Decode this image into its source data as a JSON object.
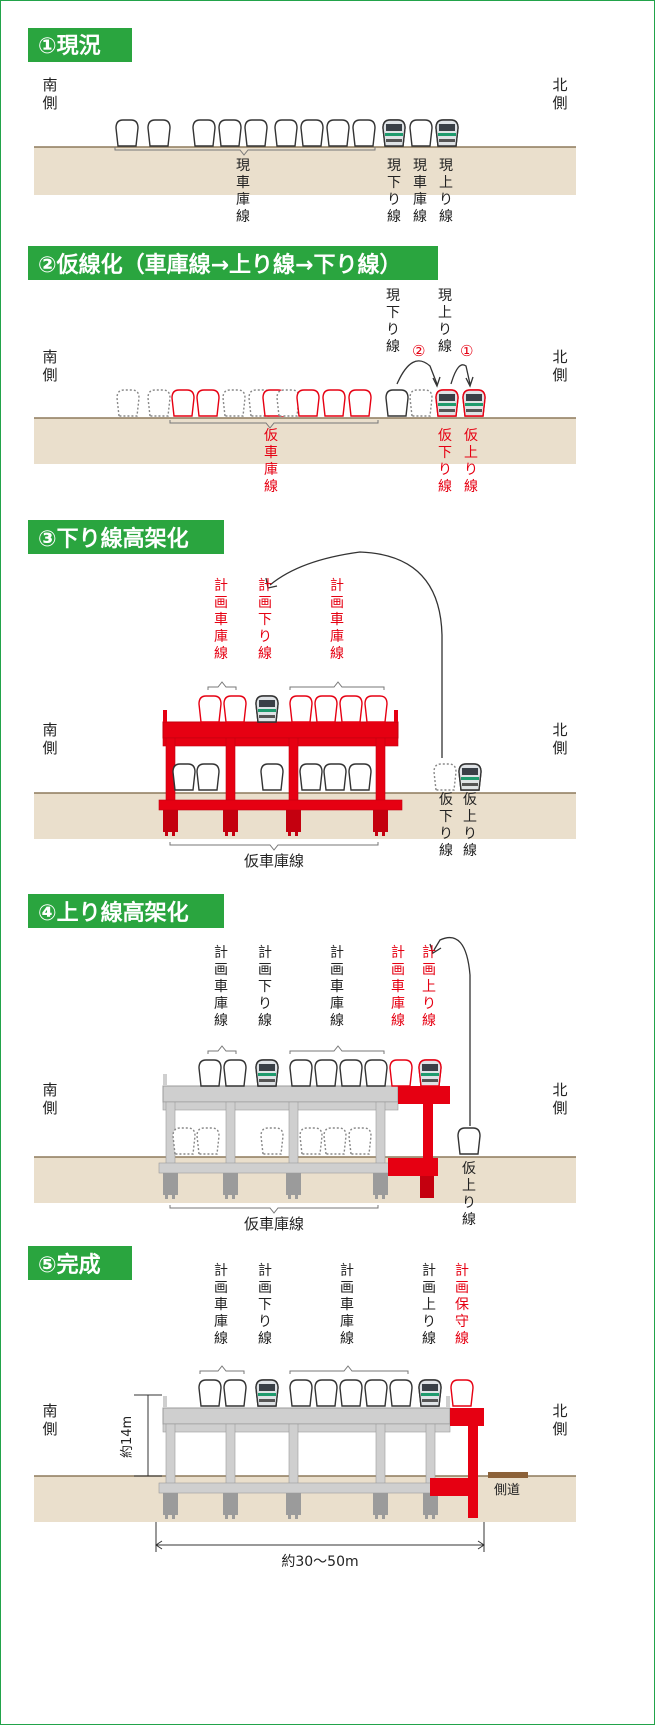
{
  "colors": {
    "green": "#2aa53f",
    "red": "#e60012",
    "ground": "#eadfcc",
    "gray": "#c8c8c8",
    "black": "#222222",
    "road": "#8c6239"
  },
  "sections": [
    {
      "title": "①現況",
      "south": "南側",
      "north": "北側",
      "labels": [
        {
          "text": "現車庫線",
          "color": "black"
        },
        {
          "text": "現下り線",
          "color": "black"
        },
        {
          "text": "現車庫線",
          "color": "black"
        },
        {
          "text": "現上り線",
          "color": "black"
        }
      ]
    },
    {
      "title": "②仮線化（車庫線→上り線→下り線）",
      "south": "南側",
      "north": "北側",
      "labels": [
        {
          "text": "現下り線",
          "color": "black"
        },
        {
          "text": "現上り線",
          "color": "black"
        },
        {
          "text": "仮車庫線",
          "color": "red"
        },
        {
          "text": "仮下り線",
          "color": "red"
        },
        {
          "text": "仮上り線",
          "color": "red"
        }
      ],
      "steps": [
        "②",
        "①"
      ]
    },
    {
      "title": "③下り線高架化",
      "south": "南側",
      "north": "北側",
      "labels": [
        {
          "text": "計画車庫線",
          "color": "red"
        },
        {
          "text": "計画下り線",
          "color": "red"
        },
        {
          "text": "計画車庫線",
          "color": "red"
        },
        {
          "text": "仮下り線",
          "color": "black"
        },
        {
          "text": "仮上り線",
          "color": "black"
        }
      ],
      "bottom_label": "仮車庫線"
    },
    {
      "title": "④上り線高架化",
      "south": "南側",
      "north": "北側",
      "labels": [
        {
          "text": "計画車庫線",
          "color": "black"
        },
        {
          "text": "計画下り線",
          "color": "black"
        },
        {
          "text": "計画車庫線",
          "color": "black"
        },
        {
          "text": "計画車庫線",
          "color": "red"
        },
        {
          "text": "計画上り線",
          "color": "red"
        },
        {
          "text": "仮上り線",
          "color": "black"
        }
      ],
      "bottom_label": "仮車庫線"
    },
    {
      "title": "⑤完成",
      "south": "南側",
      "north": "北側",
      "labels": [
        {
          "text": "計画車庫線",
          "color": "black"
        },
        {
          "text": "計画下り線",
          "color": "black"
        },
        {
          "text": "計画車庫線",
          "color": "black"
        },
        {
          "text": "計画上り線",
          "color": "black"
        },
        {
          "text": "計画保守線",
          "color": "red"
        }
      ],
      "height_label": "約14m",
      "width_label": "約30〜50m",
      "road_label": "側道"
    }
  ]
}
